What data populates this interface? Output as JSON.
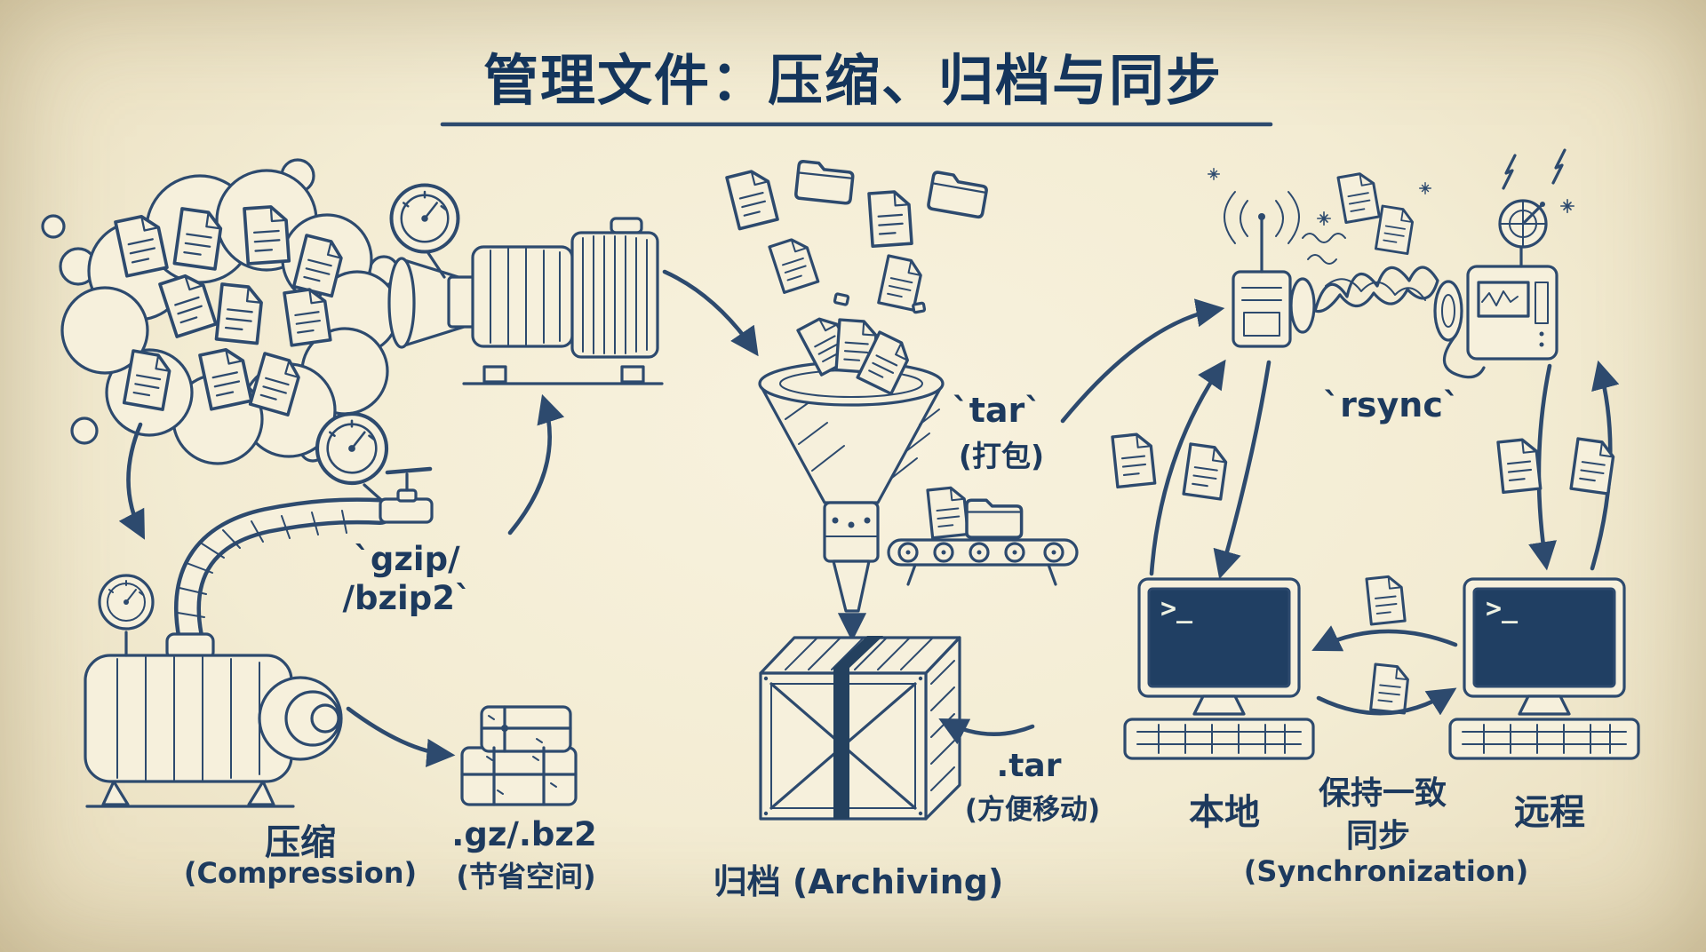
{
  "title": "管理文件：压缩、归档与同步",
  "colors": {
    "ink": "#2d4a6e",
    "paper": "#f3ecd3",
    "screen": "#203f63"
  },
  "sections": {
    "compression": {
      "tool_line1": "`gzip/",
      "tool_line2": "/bzip2`",
      "label_zh": "压缩",
      "label_en": "(Compression)",
      "output_ext": ".gz/.bz2",
      "output_note": "(节省空间)"
    },
    "archiving": {
      "tool": "`tar`",
      "tool_note": "(打包)",
      "output_ext": ".tar",
      "output_note": "(方便移动)",
      "label": "归档 (Archiving)"
    },
    "synchronization": {
      "tool": "`rsync`",
      "local_label": "本地",
      "remote_label": "远程",
      "note_line1": "保持一致",
      "note_line2": "同步",
      "label_en": "(Synchronization)",
      "terminal_prompt": ">_"
    }
  }
}
